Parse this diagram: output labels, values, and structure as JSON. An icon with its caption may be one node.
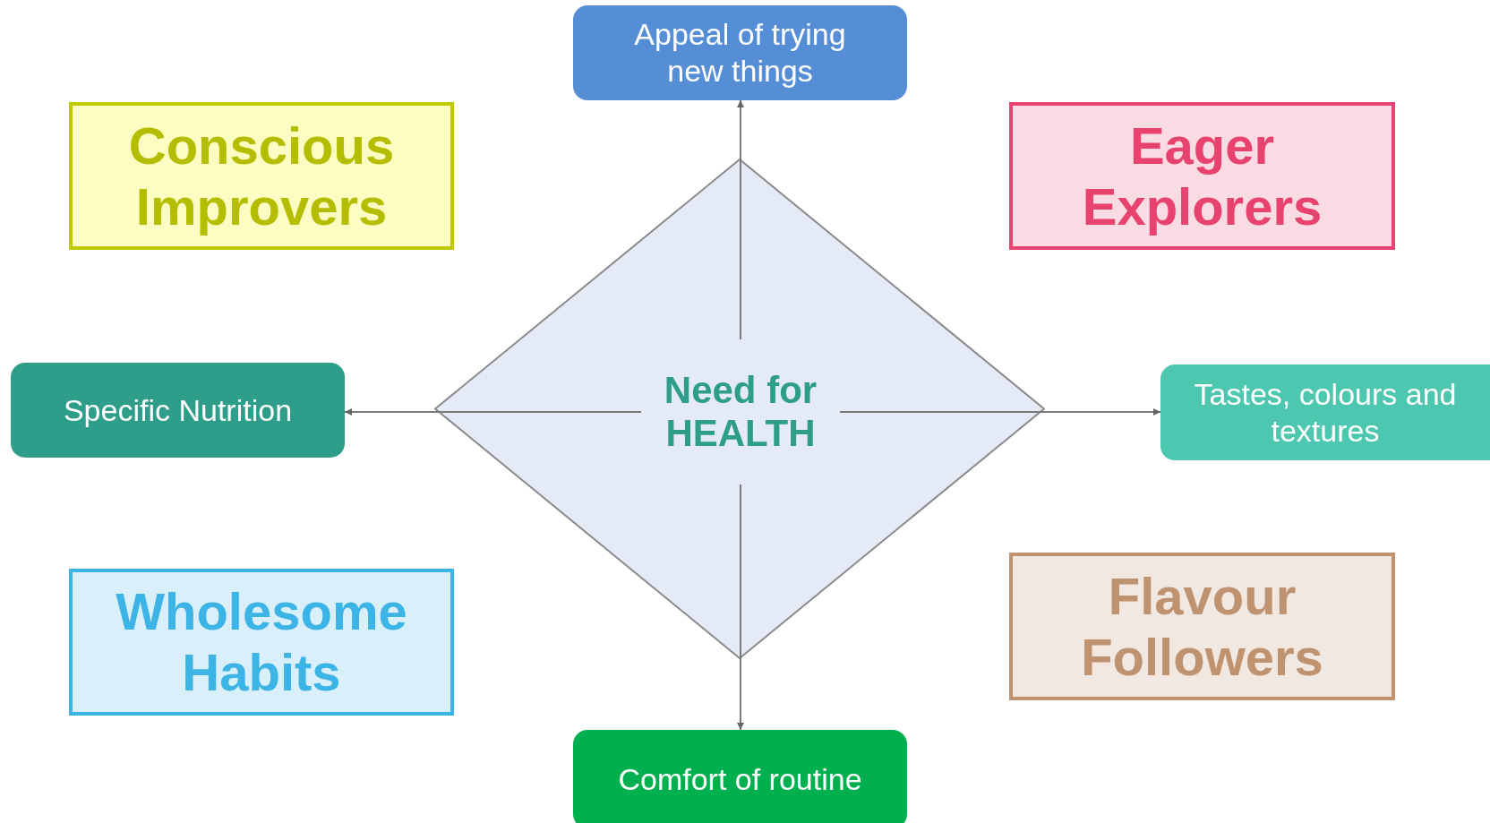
{
  "diagram": {
    "nodes": [
      {
        "text": [
          "Appeal of trying new things"
        ]
      },
      {
        "text": [
          "Conscious Improvers"
        ]
      },
      {
        "text": [
          "Eager Explorers"
        ]
      },
      {
        "text": [],
        "shape": "diamond"
      },
      {
        "text": [
          "Need for HEALTH"
        ],
        "in": 3
      },
      {
        "text": [
          "Specific Nutrition"
        ]
      },
      {
        "text": [
          "Tastes, colours and textures"
        ]
      },
      {
        "text": [
          "Wholesome Habits"
        ]
      },
      {
        "text": [
          "Flavour Followers"
        ]
      },
      {
        "text": [
          "Comfort of routine"
        ]
      }
    ],
    "edges": [
      {
        "from": 4,
        "to": 0,
        "arrow": "to"
      },
      {
        "from": 4,
        "to": 5,
        "arrow": "to"
      },
      {
        "from": 4,
        "to": 6,
        "arrow": "to"
      },
      {
        "from": 4,
        "to": 9,
        "arrow": "to"
      }
    ]
  }
}
